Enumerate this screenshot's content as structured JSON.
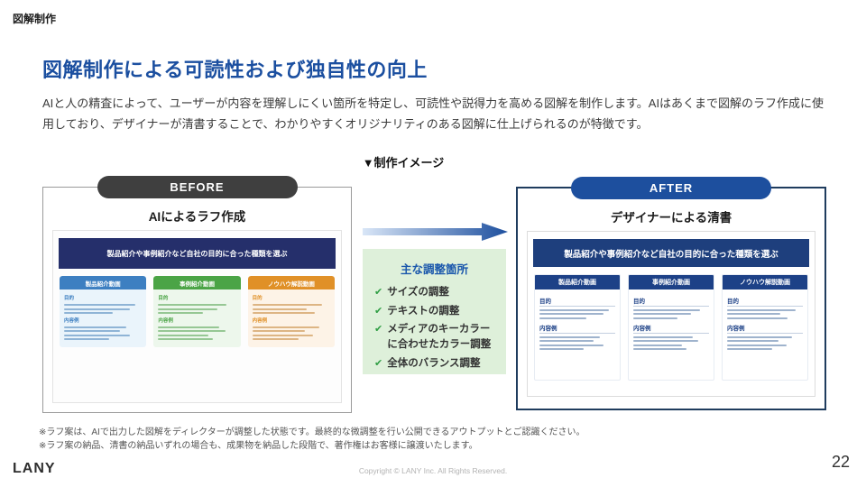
{
  "page": {
    "eyebrow": "図解制作",
    "title": "図解制作による可読性および独自性の向上",
    "description": "AIと人の精査によって、ユーザーが内容を理解しにくい箇所を特定し、可読性や説得力を高める図解を制作します。AIはあくまで図解のラフ作成に使用しており、デザイナーが清書することで、わかりやすくオリジナリティのある図解に仕上げられるのが特徴です。",
    "section_label": "▼制作イメージ"
  },
  "before_panel": {
    "badge": "BEFORE",
    "heading": "AIによるラフ作成",
    "banner": "製品紹介や事例紹介など自社の目的に合った種類を選ぶ",
    "section_labels": [
      "目的",
      "内容例"
    ],
    "cards": [
      {
        "title": "製品紹介動画",
        "header_color": "#3d7fc1",
        "body_color": "#eaf4fb",
        "line_color": "#8fb4d6"
      },
      {
        "title": "事例紹介動画",
        "header_color": "#4ba446",
        "body_color": "#edf7ec",
        "line_color": "#96c794"
      },
      {
        "title": "ノウハウ解説動画",
        "header_color": "#e09027",
        "body_color": "#fdf3e7",
        "line_color": "#ddb584"
      }
    ]
  },
  "adjustments": {
    "title": "主な調整箇所",
    "check_glyph": "✔",
    "items": [
      "サイズの調整",
      "テキストの調整",
      "メディアのキーカラーに合わせたカラー調整",
      "全体のバランス調整"
    ]
  },
  "after_panel": {
    "badge": "AFTER",
    "heading": "デザイナーによる清書",
    "banner": "製品紹介や事例紹介など自社の目的に合った種類を選ぶ",
    "section_labels": [
      "目的",
      "内容例"
    ],
    "cards": [
      {
        "title": "製品紹介動画"
      },
      {
        "title": "事例紹介動画"
      },
      {
        "title": "ノウハウ解説動画"
      }
    ]
  },
  "notes": [
    "※ラフ案は、AIで出力した図解をディレクターが調整した状態です。最終的な微調整を行い公開できるアウトプットとご認識ください。",
    "※ラフ案の納品、清書の納品いずれの場合も、成果物を納品した段階で、著作権はお客様に譲渡いたします。"
  ],
  "footer": {
    "logo": "LANY",
    "copyright": "Copyright © LANY Inc. All Rights Reserved.",
    "page_number": "22"
  },
  "colors": {
    "title_blue": "#1b4fa0",
    "before_badge_bg": "#3f3f3f",
    "after_badge_bg": "#1d4f9e",
    "banner_navy": "#252f6b",
    "after_navy": "#1d4187",
    "after_banner_navy": "#1e3f7d",
    "adjust_box_bg": "#def0da",
    "adjust_title_blue": "#1b58ac",
    "check_green": "#2f9e44",
    "arrow_gradient_start": "#d9e6f7",
    "arrow_gradient_end": "#1d4f9e"
  }
}
